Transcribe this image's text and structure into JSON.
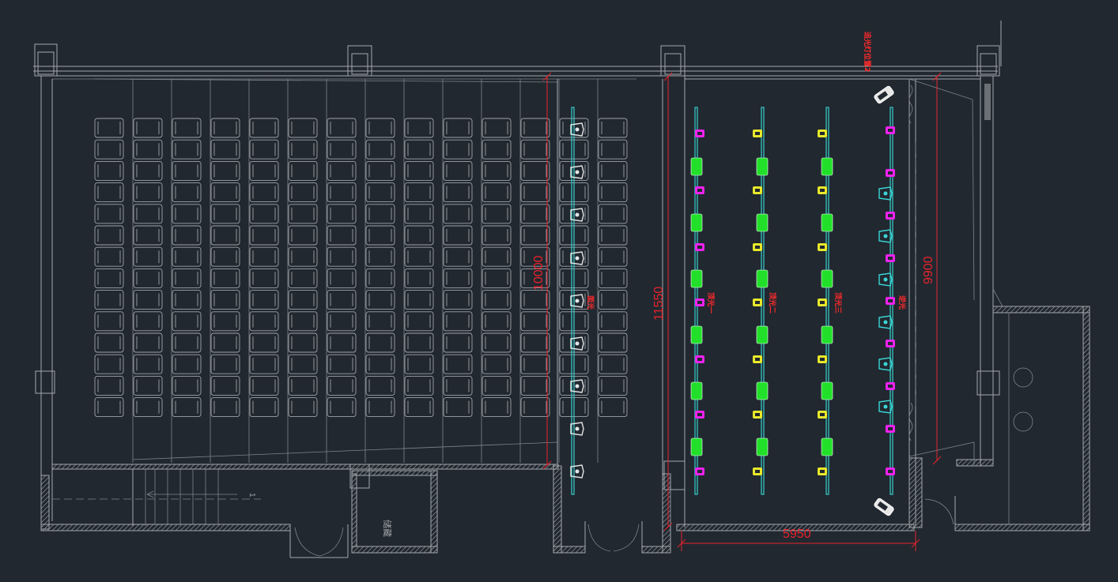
{
  "drawing": {
    "background": "#212830",
    "colors": {
      "wall": "#a4a8ae",
      "dimension": "#e8232b",
      "truss": "#38d0cc",
      "led_light": "#22e02a",
      "spot_magenta": "#ee22ee",
      "spot_yellow": "#e8e82a",
      "spot_cyan": "#3ad6d6",
      "fixture_white": "#e6e6e6"
    },
    "dimensions": {
      "seating_depth": "10000",
      "stage_depth": "11550",
      "stage_width": "5950",
      "backdrop_depth": "9900"
    },
    "truss_labels": {
      "face_light": "面光",
      "top_light_1": "顶光一",
      "top_light_2": "顶光二",
      "top_light_3": "顶光三",
      "back_light": "逆光",
      "spot_corner": "追光灯位置2"
    },
    "rooms": {
      "side_room": "储藏"
    },
    "stair_number": "1",
    "seating": {
      "columns": 14,
      "rows": 14
    }
  }
}
